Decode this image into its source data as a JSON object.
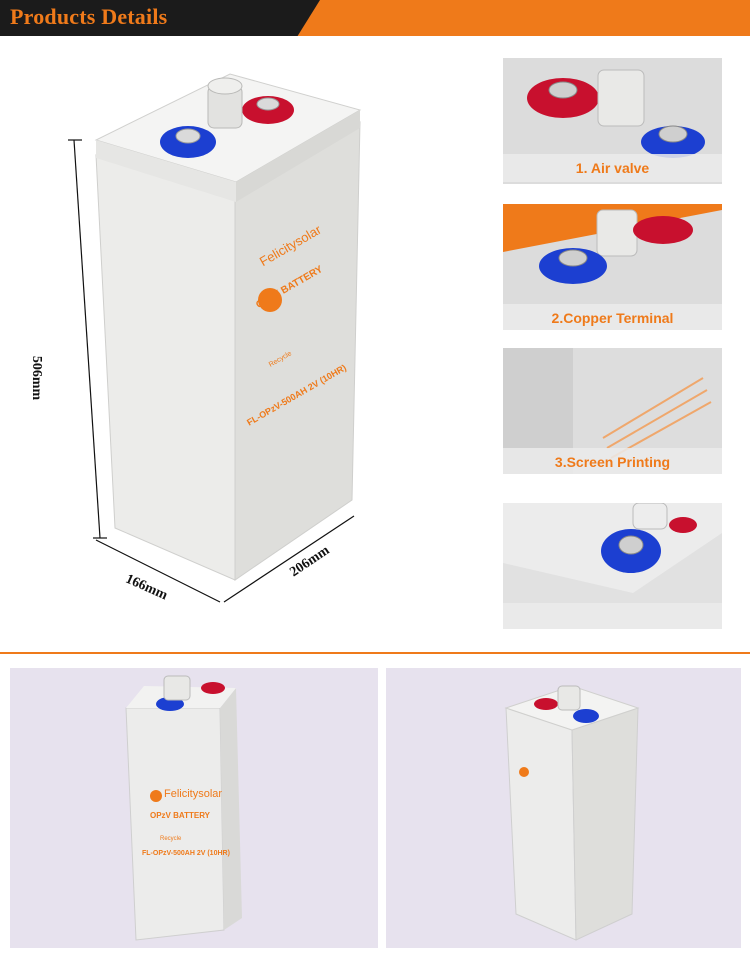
{
  "header": {
    "title": "Products Details"
  },
  "dimensions": {
    "height": "506mm",
    "width": "166mm",
    "depth": "206mm"
  },
  "battery_label": {
    "brand": "Felicitysolar",
    "type": "OPzV BATTERY",
    "recycle": "Recycle",
    "model": "FL-OPzV-500AH 2V (10HR)"
  },
  "details": [
    {
      "caption": "1. Air valve"
    },
    {
      "caption": "2.Copper Terminal"
    },
    {
      "caption": "3.Screen Printing"
    },
    {
      "caption": ""
    }
  ],
  "colors": {
    "accent": "#ef7a1a",
    "header_dark": "#1b1b1b",
    "positive": "#c8102e",
    "negative": "#1c3fd1",
    "case": "#e8e8e6"
  }
}
